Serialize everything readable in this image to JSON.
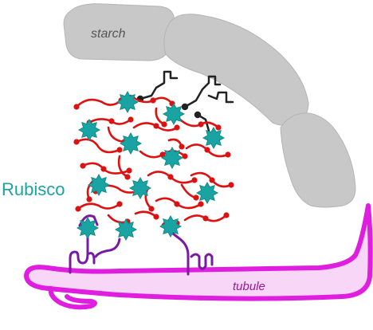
{
  "labels": {
    "starch": "starch",
    "tubule": "tubule",
    "rubisco": "Rubisco"
  },
  "colors": {
    "starch": "#c8c8c8",
    "rubisco": "#1aa3a3",
    "linker": "#dd1111",
    "tubule_stroke": "#e01ee0",
    "tubule_fill": "#f7d6f7",
    "anchor": "#7a1aa0",
    "adaptor": "#222222"
  }
}
